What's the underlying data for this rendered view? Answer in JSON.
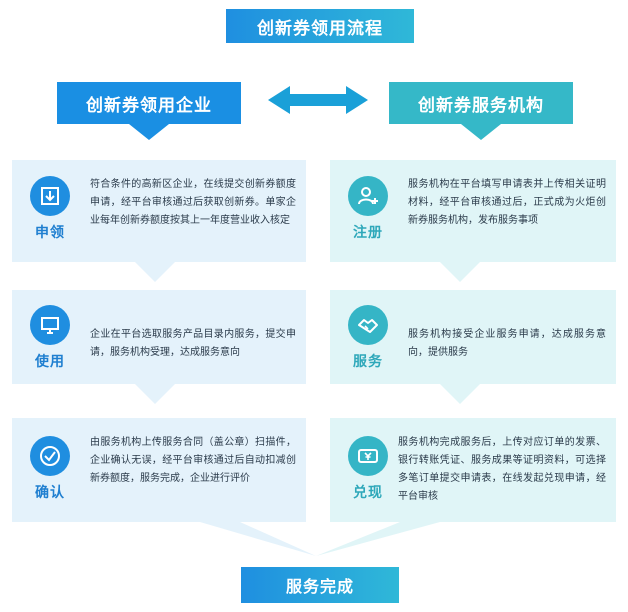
{
  "title": "创新券领用流程",
  "left_column": {
    "header": "创新券领用企业",
    "steps": [
      {
        "label": "申领",
        "icon": "download-box-icon",
        "text": "符合条件的高新区企业，在线提交创新券额度申请，经平台审核通过后获取创新券。单家企业每年创新券额度按其上一年度营业收入核定"
      },
      {
        "label": "使用",
        "icon": "monitor-icon",
        "text": "企业在平台选取服务产品目录内服务，提交申请，服务机构受理，达成服务意向"
      },
      {
        "label": "确认",
        "icon": "check-circle-icon",
        "text": "由服务机构上传服务合同（盖公章）扫描件，企业确认无误，经平台审核通过后自动扣减创新券额度，服务完成，企业进行评价"
      }
    ]
  },
  "right_column": {
    "header": "创新券服务机构",
    "steps": [
      {
        "label": "注册",
        "icon": "add-user-icon",
        "text": "服务机构在平台填写申请表并上传相关证明材料，经平台审核通过后，正式成为火炬创新券服务机构，发布服务事项"
      },
      {
        "label": "服务",
        "icon": "handshake-icon",
        "text": "服务机构接受企业服务申请，达成服务意向，提供服务"
      },
      {
        "label": "兑现",
        "icon": "yen-ticket-icon",
        "text": "服务机构完成服务后，上传对应订单的发票、银行转账凭证、服务成果等证明资料，可选择多笔订单提交申请表，在线发起兑现申请，经平台审核"
      }
    ]
  },
  "footer": "服务完成",
  "colors": {
    "left_accent": "#1f8ee0",
    "right_accent": "#35b5c6",
    "card_left": "#e4f2fb",
    "card_right": "#e0f5f7",
    "arrow": "#1aa0d8"
  }
}
